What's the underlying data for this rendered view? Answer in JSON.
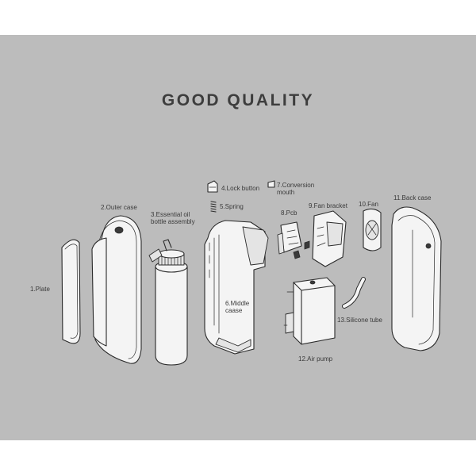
{
  "title": "GOOD QUALITY",
  "parts": {
    "plate": "1.Plate",
    "outer_case": "2.Outer case",
    "bottle_l1": "3.Essential oil",
    "bottle_l2": "bottle assembly",
    "lock_button": "4.Lock button",
    "spring": "5.Spring",
    "middle_l1": "6.Middle",
    "middle_l2": "caase",
    "conversion_l1": "7.Conversion",
    "conversion_l2": "mouth",
    "pcb": "8.Pcb",
    "fan_bracket": "9.Fan bracket",
    "fan": "10.Fan",
    "back_case": "11.Back case",
    "air_pump": "12.Air pump",
    "silicone_tube": "13.Silicone tube"
  },
  "colors": {
    "panel_background": "#bcbcbc",
    "line_art": "#2a2a2a",
    "title_text": "#3d3d3d"
  }
}
